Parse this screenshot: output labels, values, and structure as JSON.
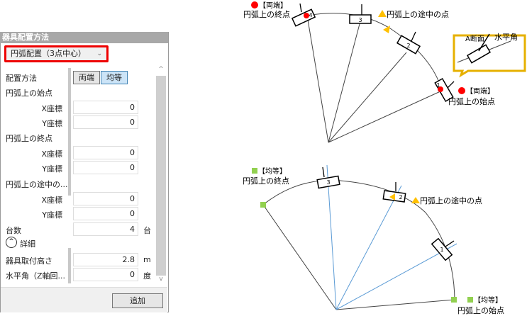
{
  "panel": {
    "title": "器具配置方法",
    "dropdown": "円弧配置（3点中心）",
    "method_label": "配置方法",
    "method_options": [
      "両端",
      "均等"
    ],
    "method_selected": "均等",
    "start_label": "円弧上の始点",
    "end_label": "円弧上の終点",
    "mid_label": "円弧上の途中の...",
    "x_label": "X座標",
    "y_label": "Y座標",
    "start_x": "0",
    "start_y": "0",
    "end_x": "0",
    "end_y": "0",
    "mid_x": "0",
    "mid_y": "0",
    "count_label": "台数",
    "count": "4",
    "count_unit": "台",
    "details_label": "詳細",
    "height_label": "器具取付高さ",
    "height": "2.8",
    "height_unit": "m",
    "angle_label": "水平角（Z軸回...",
    "angle": "0",
    "angle_unit": "度",
    "add_button": "追加"
  },
  "diagram_top": {
    "end_tag": "【両端】",
    "end_label": "円弧上の終点",
    "mid_label": "円弧上の途中の点",
    "start_tag": "【両端】",
    "start_label": "円弧上の始点",
    "callout_section": "A断面",
    "callout_angle": "水平角",
    "numbers": [
      "1",
      "2",
      "3",
      "4"
    ]
  },
  "diagram_bottom": {
    "end_tag": "【均等】",
    "end_label": "円弧上の終点",
    "mid_label": "円弧上の途中の点",
    "start_tag": "【均等】",
    "start_label": "円弧上の始点",
    "numbers": [
      "1",
      "2",
      "3"
    ]
  },
  "colors": {
    "red": "#ff0000",
    "orange": "#ffc000",
    "green": "#92d050",
    "blue_line": "#5b9bd5",
    "highlight": "#e00000"
  }
}
